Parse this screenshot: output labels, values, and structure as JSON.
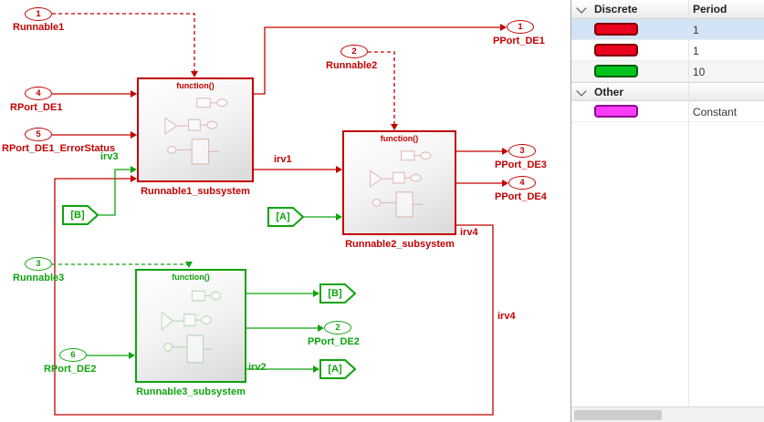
{
  "diagram": {
    "inports": {
      "p1": {
        "n": "1",
        "label": "Runnable1"
      },
      "p2": {
        "n": "2",
        "label": "Runnable2"
      },
      "p3": {
        "n": "3",
        "label": "Runnable3"
      },
      "p4": {
        "n": "4",
        "label": "RPort_DE1"
      },
      "p5": {
        "n": "5",
        "label": "RPort_DE1_ErrorStatus"
      },
      "p6": {
        "n": "6",
        "label": "RPort_DE2"
      }
    },
    "outports": {
      "o1": {
        "n": "1",
        "label": "PPort_DE1"
      },
      "o2": {
        "n": "2",
        "label": "PPort_DE2"
      },
      "o3": {
        "n": "3",
        "label": "PPort_DE3"
      },
      "o4": {
        "n": "4",
        "label": "PPort_DE4"
      }
    },
    "subsystems": {
      "r1": {
        "name": "Runnable1_subsystem",
        "fcn": "function()"
      },
      "r2": {
        "name": "Runnable2_subsystem",
        "fcn": "function()"
      },
      "r3": {
        "name": "Runnable3_subsystem",
        "fcn": "function()"
      }
    },
    "tags": {
      "a": "[A]",
      "b": "[B]"
    },
    "signals": {
      "irv1": "irv1",
      "irv2": "irv2",
      "irv3": "irv3",
      "irv4": "irv4"
    },
    "colors": {
      "discrete_red": "#C40000",
      "discrete_green": "#0FA30F"
    }
  },
  "legend": {
    "sections": [
      {
        "name": "Discrete",
        "value_header": "Period",
        "rows": [
          {
            "swatch": "#E8001C",
            "value": "1",
            "selected": true
          },
          {
            "swatch": "#E8001C",
            "value": "1",
            "selected": false
          },
          {
            "swatch": "#00C41E",
            "value": "10",
            "selected": false
          }
        ]
      },
      {
        "name": "Other",
        "rows": [
          {
            "swatch": "#FA3CFA",
            "value": "Constant",
            "selected": false
          }
        ]
      }
    ]
  }
}
